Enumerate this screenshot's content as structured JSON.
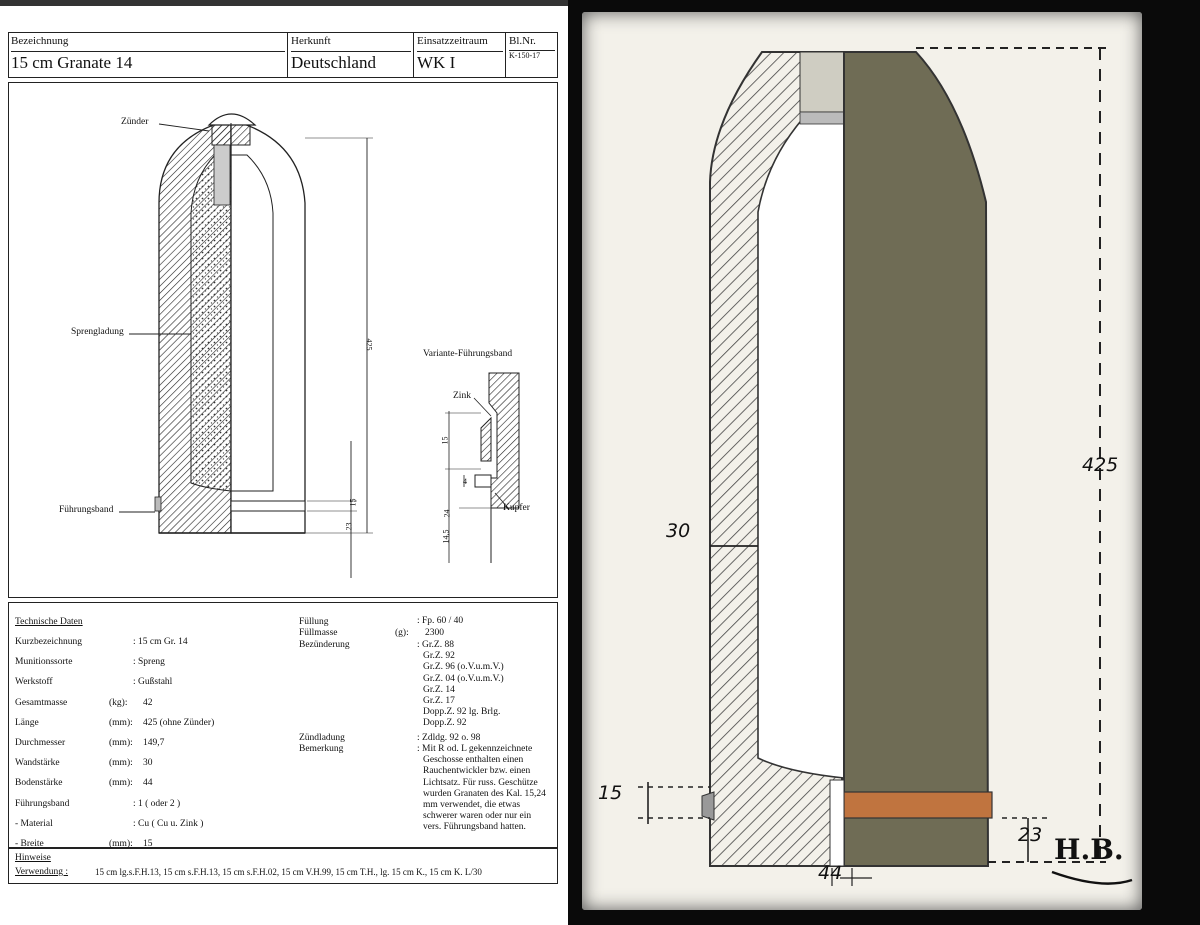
{
  "header": {
    "bezeichnung_label": "Bezeichnung",
    "bezeichnung_value": "15 cm Granate 14",
    "herkunft_label": "Herkunft",
    "herkunft_value": "Deutschland",
    "zeitraum_label": "Einsatzzeitraum",
    "zeitraum_value": "WK I",
    "blatt_label": "Bl.Nr.",
    "blatt_value": "K-150-17"
  },
  "drawing": {
    "label_zuender": "Zünder",
    "label_sprengladung": "Sprengladung",
    "label_fuehrungsband": "Führungsband",
    "dim_length": "425",
    "dim_23": "23",
    "dim_15": "15",
    "variant_title": "Variante-Führungsband",
    "variant_zink": "Zink",
    "variant_kupfer": "Kupfer",
    "variant_15": "15",
    "variant_4": "4",
    "variant_24": "24",
    "variant_14_5": "14,5"
  },
  "data": {
    "title": "Technische Daten",
    "rows": [
      {
        "label": "Kurzbezeichnung",
        "unit": "",
        "value": ": 15 cm Gr. 14"
      },
      {
        "label": "Munitionssorte",
        "unit": "",
        "value": ": Spreng"
      },
      {
        "label": "Werkstoff",
        "unit": "",
        "value": ": Gußstahl"
      },
      {
        "label": "Gesamtmasse",
        "unit": "(kg):",
        "value": "42"
      },
      {
        "label": "Länge",
        "unit": "(mm):",
        "value": "425  (ohne Zünder)"
      },
      {
        "label": "Durchmesser",
        "unit": "(mm):",
        "value": "149,7"
      },
      {
        "label": "Wandstärke",
        "unit": "(mm):",
        "value": "30"
      },
      {
        "label": "Bodenstärke",
        "unit": "(mm):",
        "value": "44"
      },
      {
        "label": "Führungsband",
        "unit": "",
        "value": ": 1  ( oder 2 )"
      },
      {
        "label": "- Material",
        "unit": "",
        "value": ": Cu  ( Cu u. Zink )"
      },
      {
        "label": "- Breite",
        "unit": "(mm):",
        "value": "15"
      }
    ],
    "fuellung_label": "Füllung",
    "fuellung_value": ": Fp. 60 / 40",
    "fuellmasse_label": "Füllmasse",
    "fuellmasse_unit": "(g):",
    "fuellmasse_value": "2300",
    "bezuenderung_label": "Bezünderung",
    "bezuenderung_values": [
      ": Gr.Z. 88",
      "Gr.Z. 92",
      "Gr.Z. 96 (o.V.u.m.V.)",
      "Gr.Z. 04 (o.V.u.m.V.)",
      "Gr.Z. 14",
      "Gr.Z. 17",
      "Dopp.Z. 92 lg. Brlg.",
      "Dopp.Z. 92"
    ],
    "zuendladung_label": "Zündladung",
    "zuendladung_value": ": Zdldg. 92  o. 98",
    "bemerkung_label": "Bemerkung",
    "bemerkung_lines": [
      ": Mit R od. L gekennzeichnete",
      "Geschosse enthalten einen",
      "Rauchentwickler bzw. einen",
      "Lichtsatz. Für russ. Geschütze",
      "wurden Granaten des Kal. 15,24",
      "mm verwendet, die etwas",
      "schwerer waren oder nur ein",
      "vers. Führungsband hatten."
    ]
  },
  "notes": {
    "hinweise_label": "Hinweise",
    "verwendung_label": "Verwendung :",
    "verwendung_value": "15 cm lg.s.F.H.13, 15 cm s.F.H.13, 15 cm s.F.H.02, 15 cm V.H.99, 15 cm T.H., lg. 15 cm K., 15 cm K. L/30"
  },
  "sketch": {
    "dim_425": "425",
    "dim_30": "30",
    "dim_15": "15",
    "dim_23": "23",
    "dim_44": "44",
    "signature": "H.B."
  },
  "colors": {
    "paper": "#f3f1ea",
    "shell_fill": "#6f6c55",
    "copper_band": "#c0743f",
    "frame": "#0a0a0a"
  }
}
